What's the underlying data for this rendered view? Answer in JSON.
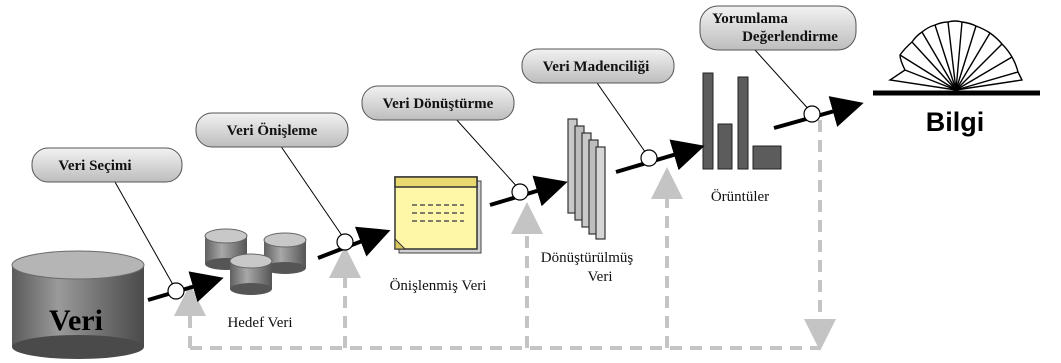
{
  "steps": {
    "selection": "Veri Seçimi",
    "preprocessing": "Veri Önişleme",
    "transformation": "Veri Dönüştürme",
    "mining": "Veri Madenciliği",
    "interpretation_line1": "Yorumlama",
    "interpretation_line2": "Değerlendirme"
  },
  "artifacts": {
    "data": "Veri",
    "target_data": "Hedef Veri",
    "preprocessed_data": "Önişlenmiş Veri",
    "transformed_data_line1": "Dönüştürülmüş",
    "transformed_data_line2": "Veri",
    "patterns": "Örüntüler",
    "knowledge": "Bilgi"
  },
  "colors": {
    "pill_fill": "#d6d6d6",
    "note_fill": "#fff7a8",
    "cylinder": "#7a7a7a",
    "bars": "#5c5c5c",
    "feedback_dashed": "#c4c4c4"
  }
}
